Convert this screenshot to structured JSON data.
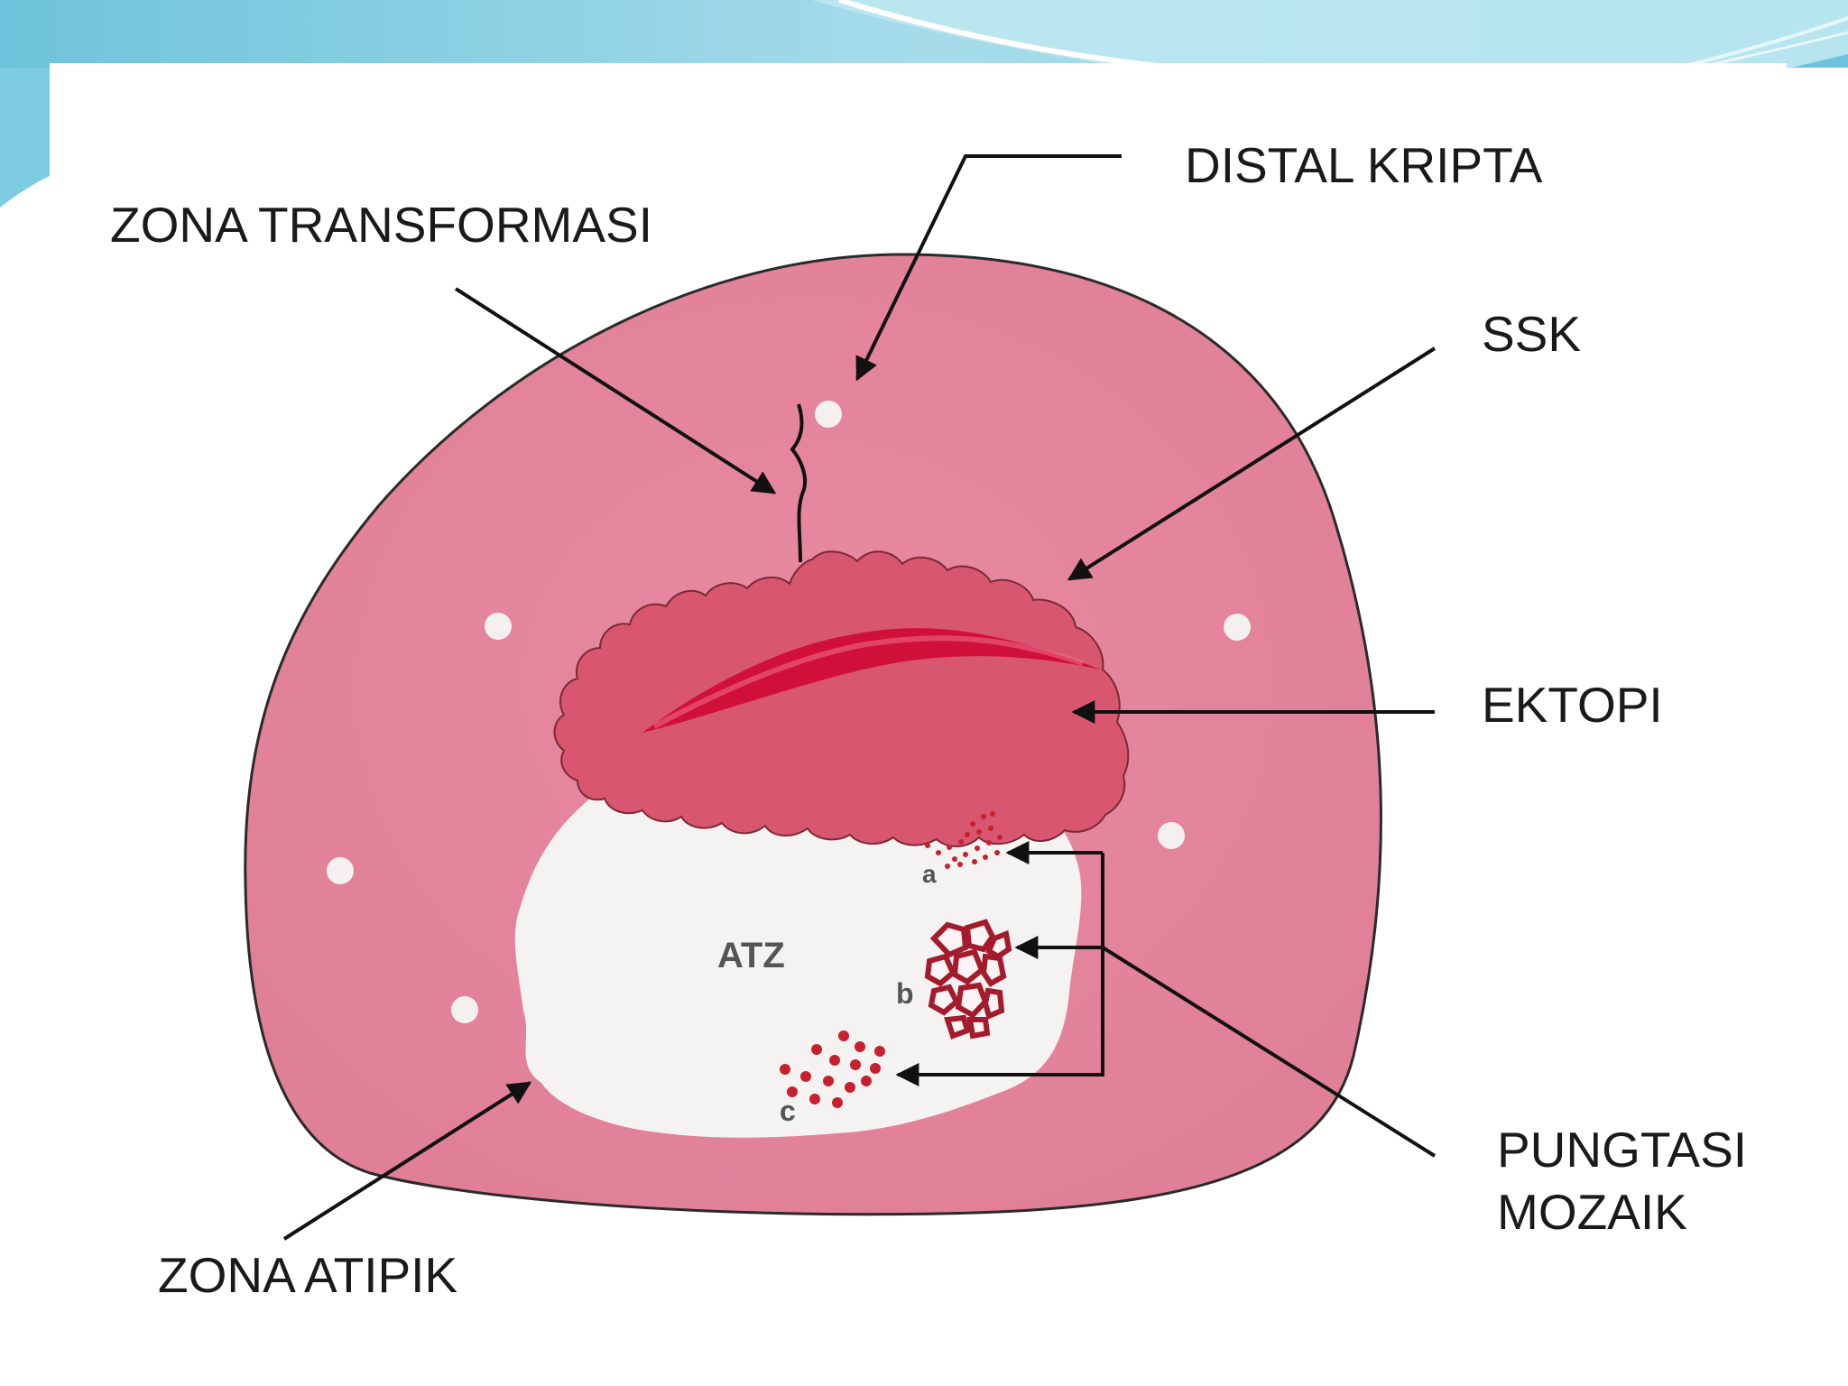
{
  "labels": {
    "distal_kripta": "DISTAL KRIPTA",
    "zona_transformasi": "ZONA TRANSFORMASI",
    "ssk": "SSK",
    "ektopi": "EKTOPI",
    "pungtasi": "PUNGTASI",
    "mozaik": "MOZAIK",
    "zona_atipik": "ZONA ATIPIK",
    "atz": "ATZ",
    "a": "a",
    "b": "b",
    "c": "c"
  },
  "colors": {
    "outer_pink": "#e3879e",
    "ectopy": "#d8566f",
    "os_red": "#d0103a",
    "atz_white": "#f5f2f2",
    "punctation": "#c8202e",
    "banner_blue": "#7ccbe0",
    "text": "#1a1a1a"
  }
}
